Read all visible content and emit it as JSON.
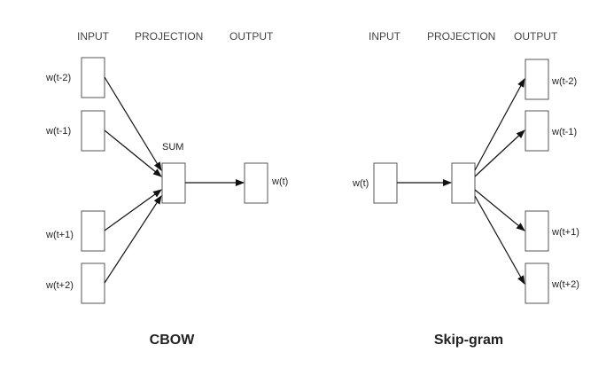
{
  "cbow": {
    "headers": {
      "input": "INPUT",
      "projection": "PROJECTION",
      "output": "OUTPUT"
    },
    "sum_label": "SUM",
    "inputs": [
      "w(t-2)",
      "w(t-1)",
      "w(t+1)",
      "w(t+2)"
    ],
    "output": "w(t)",
    "title": "CBOW"
  },
  "skipgram": {
    "headers": {
      "input": "INPUT",
      "projection": "PROJECTION",
      "output": "OUTPUT"
    },
    "input": "w(t)",
    "outputs": [
      "w(t-2)",
      "w(t-1)",
      "w(t+1)",
      "w(t+2)"
    ],
    "title": "Skip-gram"
  }
}
